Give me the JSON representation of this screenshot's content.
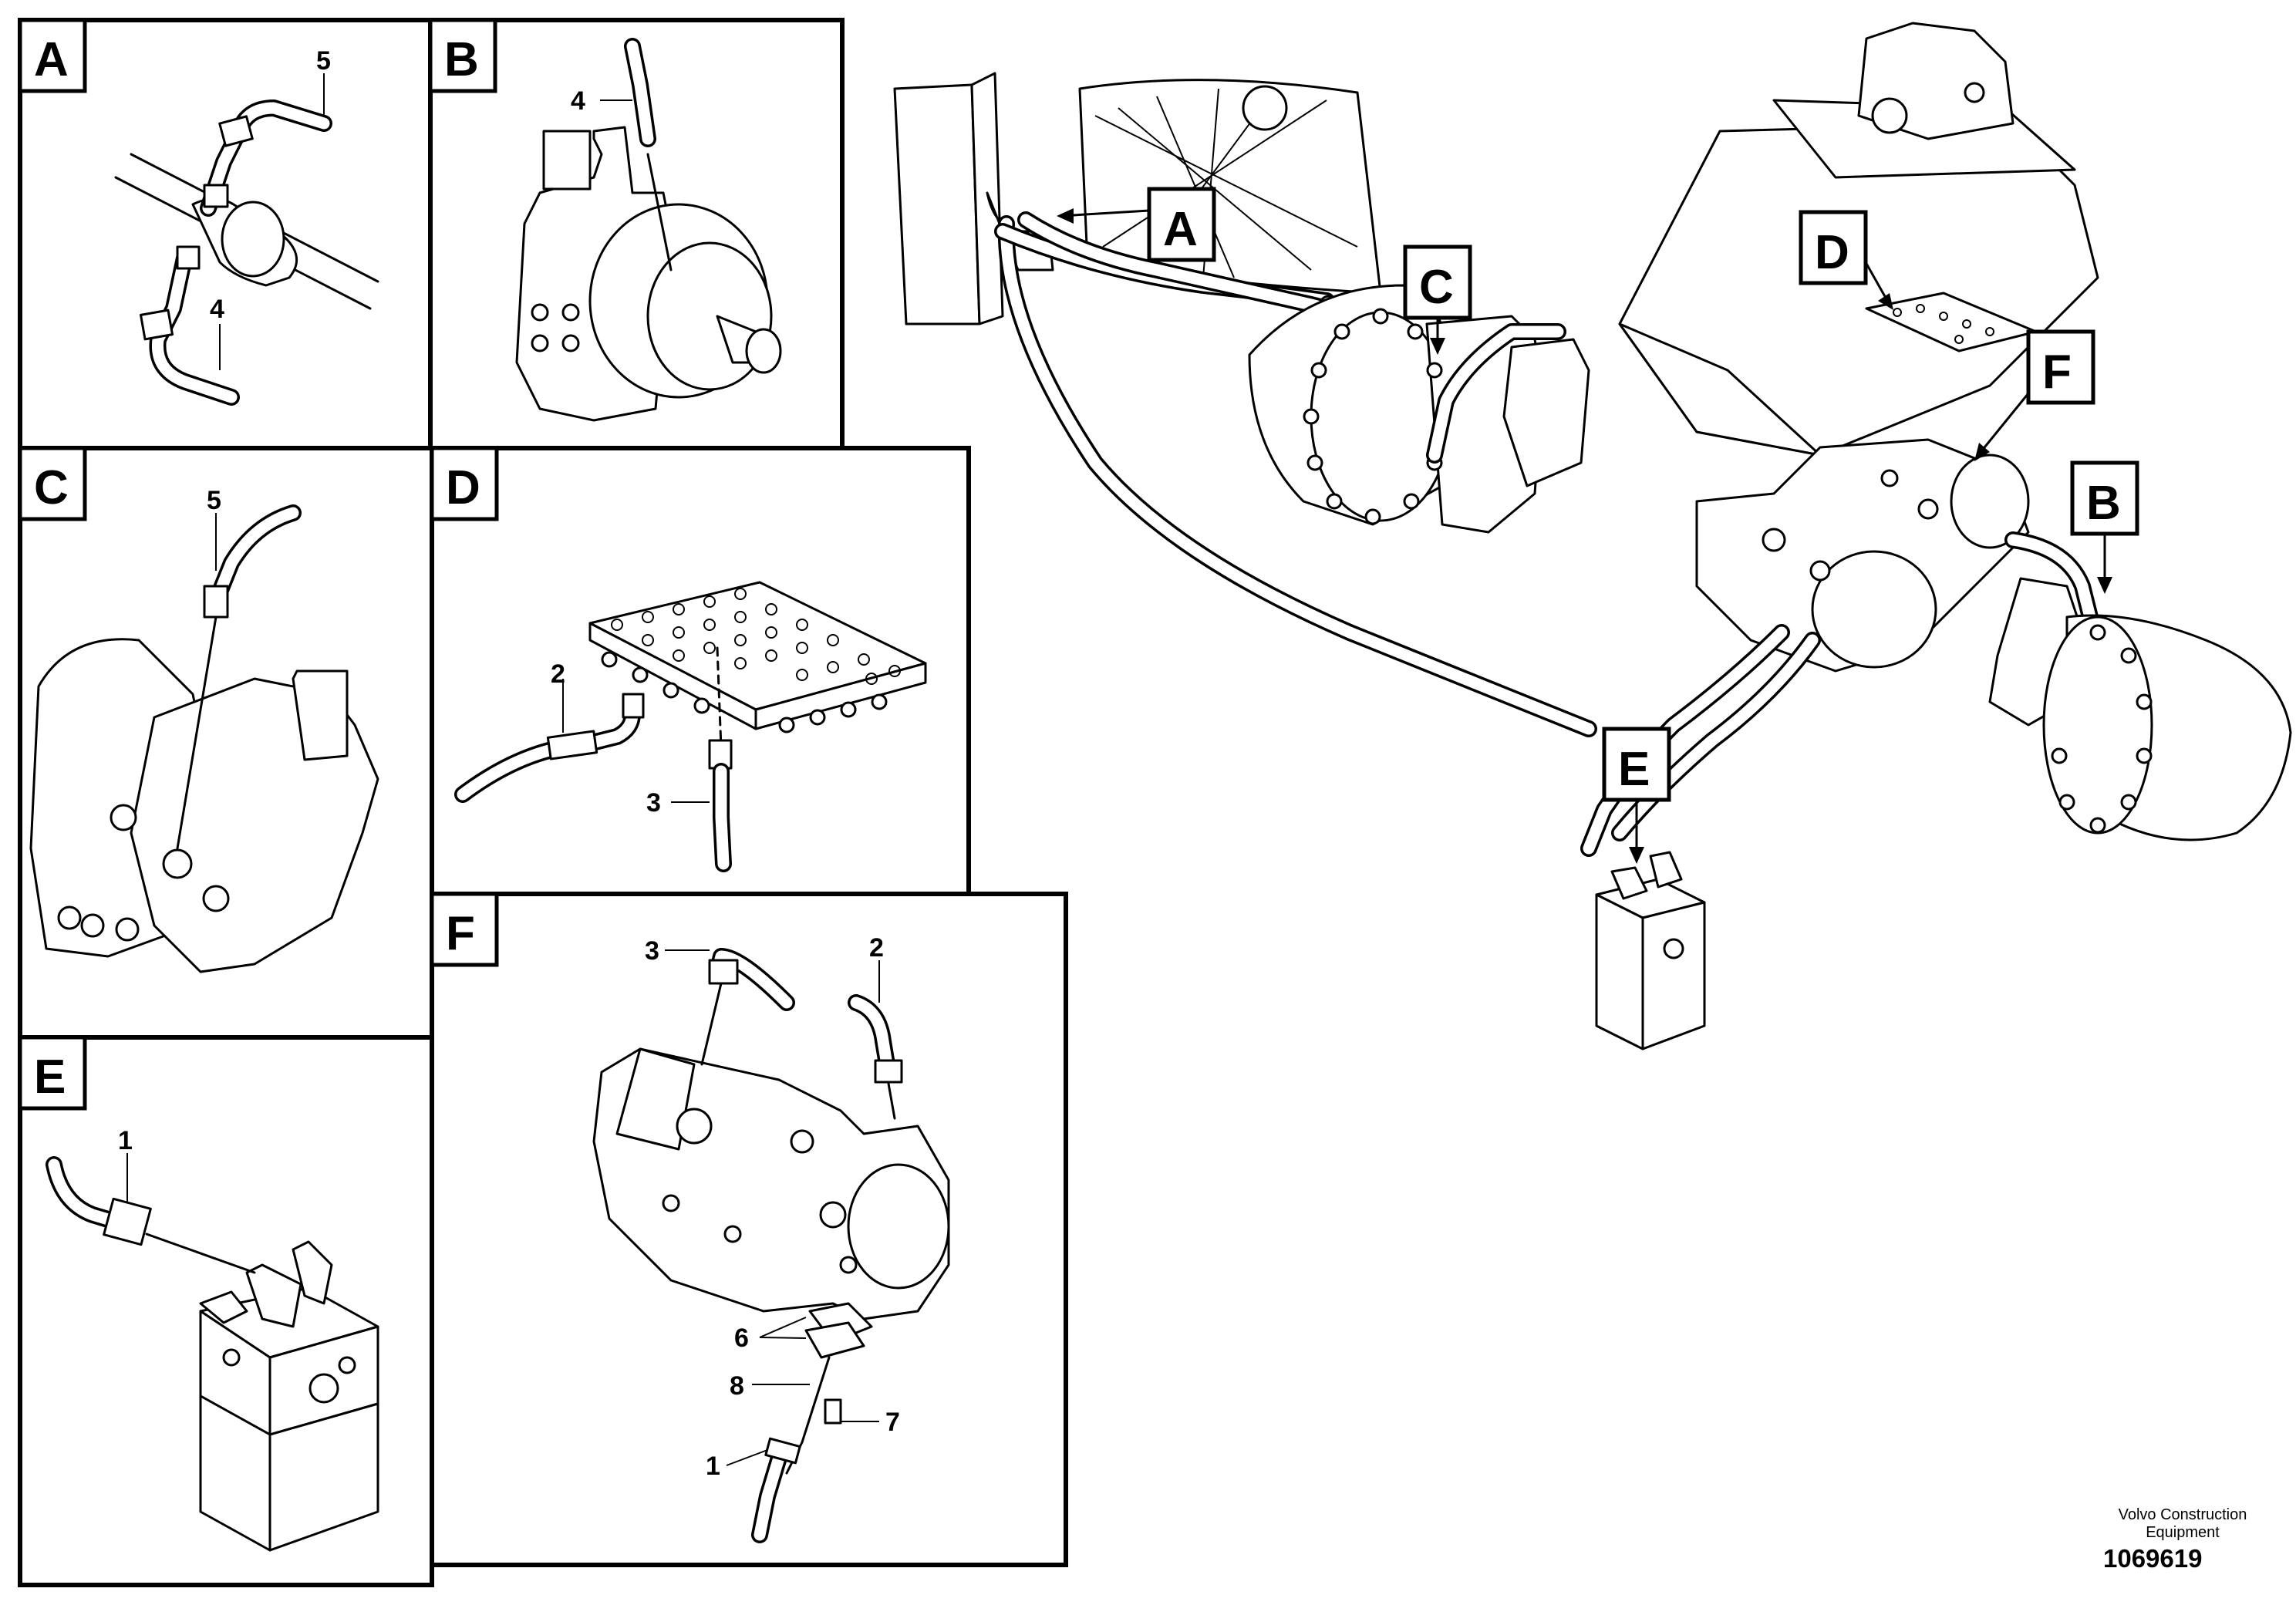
{
  "detail_views": [
    {
      "tag": "A",
      "callouts": [
        "5",
        "4"
      ]
    },
    {
      "tag": "B",
      "callouts": [
        "4"
      ]
    },
    {
      "tag": "C",
      "callouts": [
        "5"
      ]
    },
    {
      "tag": "D",
      "callouts": [
        "2",
        "3"
      ]
    },
    {
      "tag": "E",
      "callouts": [
        "1"
      ]
    },
    {
      "tag": "F",
      "callouts": [
        "3",
        "2",
        "6",
        "8",
        "7",
        "1"
      ]
    }
  ],
  "overview_tags": [
    "A",
    "C",
    "D",
    "F",
    "B",
    "E"
  ],
  "footer": {
    "company_line1": "Volvo Construction",
    "company_line2": "Equipment",
    "figure_number": "1069619"
  }
}
